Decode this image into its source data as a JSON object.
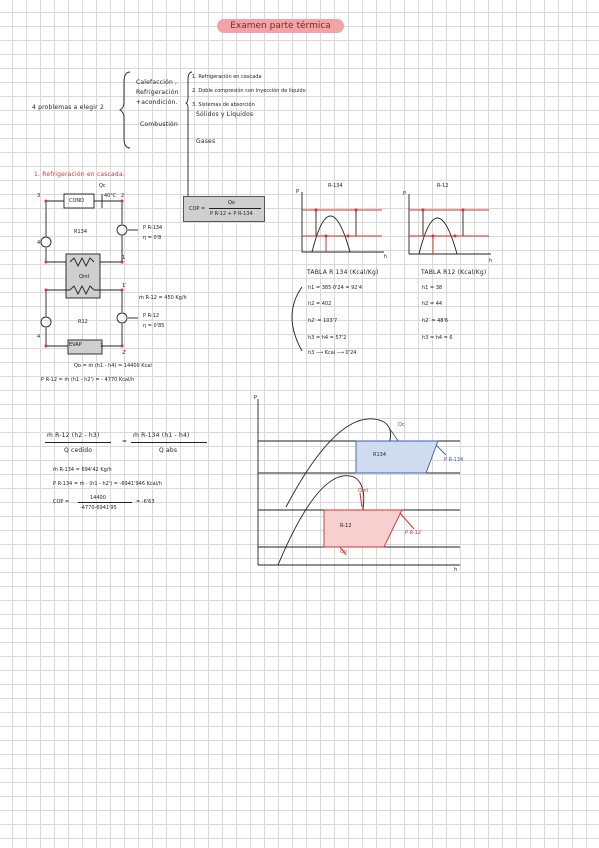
{
  "header": {
    "title": "Examen parte térmica"
  },
  "intro": {
    "lead": "4 problemas a elegir 2",
    "cat_heat": [
      "Calefacción ,",
      "Refrigeración",
      "+acondición."
    ],
    "cat_comb": "Combustión",
    "items": [
      "1. Refrigeración en cascada",
      "2. Doble compresión con inyección de líquido",
      "3. Sistemas de absorción",
      "Sólidos y Líquidos",
      "Gases"
    ]
  },
  "section1": {
    "title": "1. Refrigeración en cascada."
  },
  "circuit": {
    "qc": "Qc",
    "temp_top": "40°C",
    "cond": "COND",
    "evap": "EVAP",
    "r134": "R134",
    "r12": "R12",
    "qint": "Qint",
    "p134": "P R-134",
    "eta1": "η = 0'8",
    "p12": "P R-12",
    "eta2": "η = 0'85",
    "mdot": "ṁ R-12 = 450 Kg/h",
    "n3": "3",
    "n2": "2",
    "n1": "1",
    "n4": "4",
    "n1p": "1'",
    "n2p": "2'",
    "n4b": "4",
    "n1b": "1"
  },
  "cop_box": {
    "label": "COP =",
    "numerator": "Qo",
    "denominator": "P R-12 + P R-134"
  },
  "diagrams": [
    {
      "title": "R-134",
      "y_axis": "P",
      "x_axis": "h"
    },
    {
      "title": "R-12",
      "y_axis": "P",
      "x_axis": "h"
    }
  ],
  "tables": {
    "t134_title": "TABLA R 134 (Kcal/Kg)",
    "t134_rows": [
      "h1 = 385·0'24 = 92'4",
      "h2 = 402",
      "h2' = 103'7",
      "h3 = h4 = 57'2",
      "h3 ⟶ Kcal ⟶ 0'24"
    ],
    "t12_title": "TABLA R12 (Kcal/Kg)",
    "t12_rows": [
      "h1 = 38",
      "h2 = 44",
      "h2' = 48'6",
      "h3 = h4 = 6"
    ]
  },
  "calc1": {
    "qo": "Qo = ṁ (h1 - h4) = 14400 Kcal",
    "p": "P R-12 = ṁ (h1 - h2') = - 4770 Kcal/h"
  },
  "calc2": {
    "lhs_num": "ṁ R-12 (h2 - h3)",
    "lhs_den": "Q cedido",
    "eq": "=",
    "rhs_num": "ṁ R-134 (h1 - h4)",
    "rhs_den": "Q abs",
    "mdot": "ṁ R-134 = 694'42 Kg/h",
    "p134": "P R-134 = ṁ · (h1 - h2') = -6941'946 Kcal/h",
    "cop_label": "COP =",
    "cop_num": "14400",
    "cop_den": "-4770-6941'95",
    "cop_res": "= -6'63"
  },
  "big_diagram": {
    "y_axis": "P",
    "x_axis": "h",
    "qc": "Qc",
    "r134": "R134",
    "p134": "P R-134",
    "qint": "Qint",
    "r12": "R-12",
    "p12": "P R-12",
    "qo": "Qo"
  },
  "colors": {
    "accent_red": "#d6322f",
    "pill": "#f2a3a6",
    "blue_fill": "#cfdcef",
    "red_fill": "#f6cfcf"
  }
}
